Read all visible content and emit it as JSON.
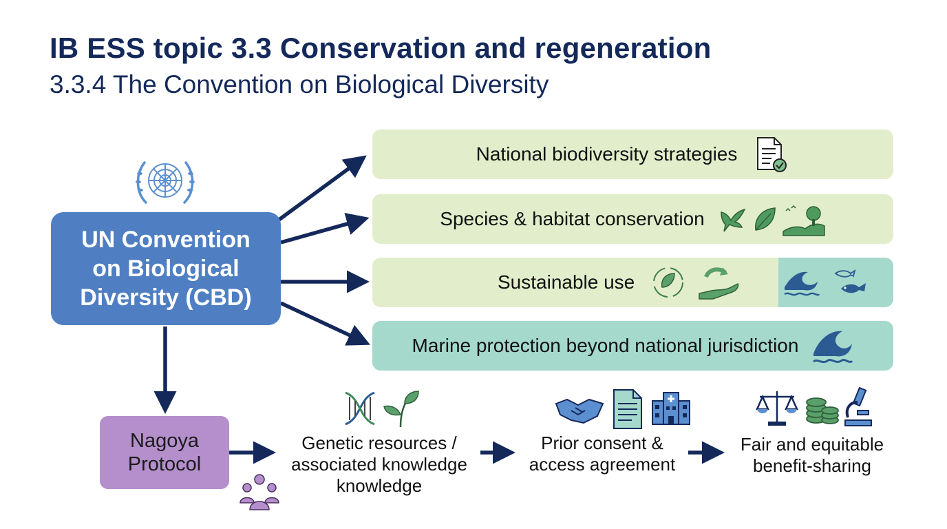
{
  "header": {
    "title": "IB ESS topic 3.3 Conservation and regeneration",
    "subtitle": "3.3.4 The Convention on Biological Diversity"
  },
  "cbd": {
    "label": "UN Convention\non Biological\nDiversity (CBD)",
    "emblem_icon": "un-emblem-icon"
  },
  "outcomes": [
    {
      "label": "National biodiversity strategies",
      "icons": [
        "document-check-icon"
      ]
    },
    {
      "label": "Species & habitat conservation",
      "icons": [
        "bird-icon",
        "leaf-icon",
        "landscape-tree-icon"
      ]
    },
    {
      "label": "Sustainable use",
      "icons": [
        "recycle-leaf-icon",
        "hand-cycle-icon",
        "wave-icon",
        "fish-icon"
      ]
    },
    {
      "label": "Marine protection beyond national jurisdiction",
      "icons": [
        "wave-icon"
      ]
    }
  ],
  "nagoya": {
    "label": "Nagoya\nProtocol",
    "icon": "people-group-icon"
  },
  "process": [
    {
      "label": "Genetic resources /\nassociated knowledge\nknowledge",
      "icons": [
        "dna-icon",
        "plant-icon"
      ]
    },
    {
      "label": "Prior consent &\naccess agreement",
      "icons": [
        "handshake-icon",
        "document-icon",
        "hospital-icon"
      ]
    },
    {
      "label": "Fair and equitable\nbenefit-sharing",
      "icons": [
        "scales-icon",
        "coins-icon",
        "microscope-icon"
      ]
    }
  ],
  "colors": {
    "title": "#14295a",
    "cbd_box": "#4f7fc2",
    "outcome_green": "#e2eecb",
    "outcome_teal": "#a4d9cc",
    "nagoya_box": "#b48fcc",
    "arrow": "#14295a",
    "icon_green": "#3e8a5a",
    "icon_blue": "#2b5b92"
  }
}
